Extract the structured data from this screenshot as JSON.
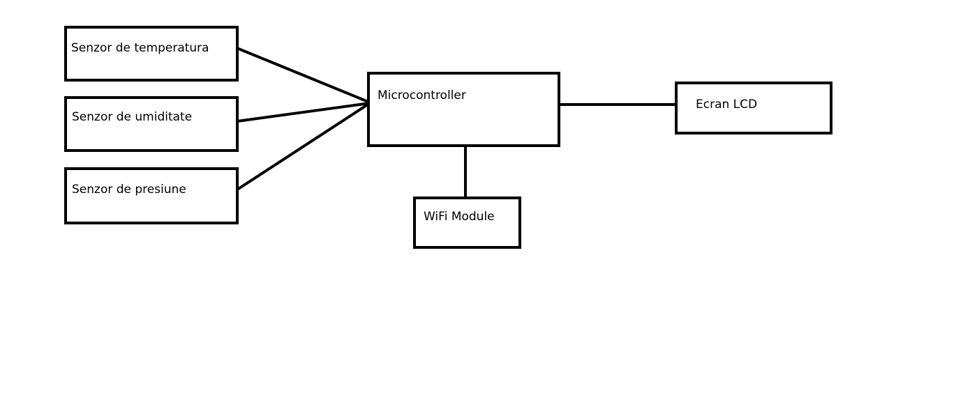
{
  "diagram": {
    "blocks": {
      "temperature_sensor": "Senzor de temperatura",
      "humidity_sensor": "Senzor de umiditate",
      "pressure_sensor": "Senzor de presiune",
      "microcontroller": "Microcontroller",
      "lcd_screen": "Ecran LCD",
      "wifi_module": "WiFi Module"
    },
    "connections": [
      {
        "from": "temperature_sensor",
        "to": "microcontroller"
      },
      {
        "from": "humidity_sensor",
        "to": "microcontroller"
      },
      {
        "from": "pressure_sensor",
        "to": "microcontroller"
      },
      {
        "from": "microcontroller",
        "to": "lcd_screen"
      },
      {
        "from": "microcontroller",
        "to": "wifi_module"
      }
    ],
    "colors": {
      "stroke": "#000000",
      "background": "#ffffff"
    }
  }
}
